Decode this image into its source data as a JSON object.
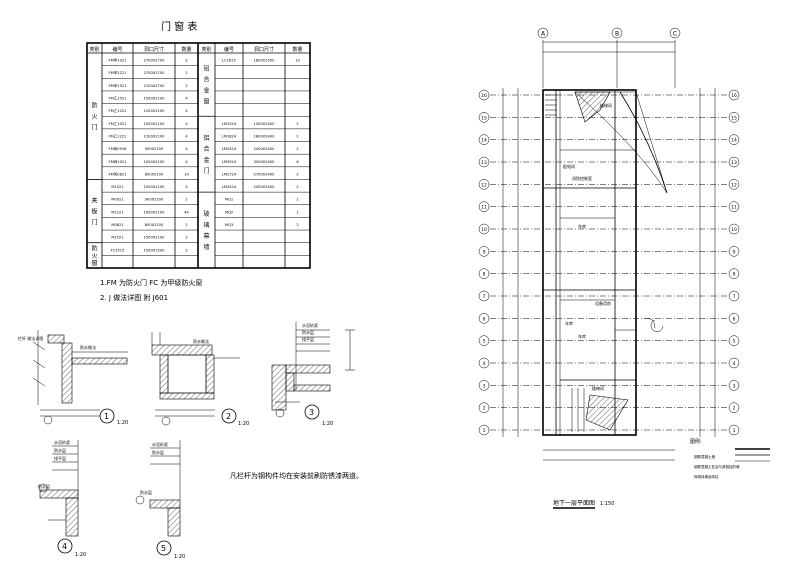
{
  "door_table": {
    "title": "门 窗 表",
    "headers": [
      "类别",
      "编号",
      "洞口尺寸",
      "数量",
      "类别",
      "编号",
      "洞口尺寸",
      "数量"
    ],
    "left_categories": [
      {
        "label": "防火门",
        "rows": 10
      },
      {
        "label": "夹板门",
        "rows": 5
      },
      {
        "label": "防火窗",
        "rows": 2
      }
    ],
    "right_categories": [
      {
        "label": "铝合金窗",
        "rows": 5
      },
      {
        "label": "铝合金门",
        "rows": 6
      },
      {
        "label": "玻璃幕墙",
        "rows": 6
      }
    ],
    "left_rows": [
      [
        "FM甲1021",
        "2700X2700",
        "2"
      ],
      [
        "FM甲1221",
        "2700X2700",
        "2"
      ],
      [
        "FM甲1521",
        "2100X2700",
        "2"
      ],
      [
        "FM乙1521",
        "1500X2100",
        "4"
      ],
      [
        "FM乙1221",
        "1200X2100",
        "4"
      ],
      [
        "FM乙1021",
        "1000X2100",
        "4"
      ],
      [
        "FM乙1221",
        "1200X2100",
        "4"
      ],
      [
        "FM丙0918",
        "900X2100",
        "4"
      ],
      [
        "FM丙1021",
        "1000X2100",
        "4"
      ],
      [
        "FM丙0821",
        "800X2100",
        "10"
      ],
      [
        "M1021",
        "1000X2100",
        "4"
      ],
      [
        "M0921",
        "900X2100",
        "2"
      ],
      [
        "M1221",
        "1000X2100",
        "44"
      ],
      [
        "M0821",
        "800X2100",
        "2"
      ],
      [
        "M1521",
        "1500X2100",
        "2"
      ],
      [
        "FC1515",
        "1500X1500",
        "2"
      ],
      [
        "",
        "",
        ""
      ]
    ],
    "right_rows": [
      [
        "LC1815",
        "1800X1500",
        "10"
      ],
      [
        "",
        "",
        ""
      ],
      [
        "",
        "",
        ""
      ],
      [
        "",
        "",
        ""
      ],
      [
        "",
        "",
        ""
      ],
      [
        "LM1524",
        "1500X2400",
        "2"
      ],
      [
        "LM1824",
        "1800X2400",
        "2"
      ],
      [
        "LM2424",
        "2400X2400",
        "2"
      ],
      [
        "LM3024",
        "3000X2400",
        "6"
      ],
      [
        "LM2724",
        "2700X2400",
        "2"
      ],
      [
        "LM2424",
        "2400X2400",
        "2"
      ],
      [
        "MQ1",
        "",
        "1"
      ],
      [
        "MQ2",
        "",
        "1"
      ],
      [
        "MQ3",
        "",
        "2"
      ],
      [
        "",
        "",
        ""
      ],
      [
        "",
        "",
        ""
      ],
      [
        "",
        "",
        ""
      ]
    ]
  },
  "notes": {
    "line1": "1.FM  为防火门      FC  为甲级防火窗",
    "line2": "2. J   做法详图     附 J601"
  },
  "details": {
    "d1": {
      "num": "1",
      "scale": "1:20"
    },
    "d2": {
      "num": "2",
      "scale": "1:20"
    },
    "d3": {
      "num": "3",
      "scale": "1:20"
    },
    "d4": {
      "num": "4",
      "scale": "1:20"
    },
    "d5": {
      "num": "5",
      "scale": "1:20"
    }
  },
  "detail_note": "凡栏杆为钢构件均在安装前刷防锈漆两道。",
  "plan": {
    "title": "地下一层平面图",
    "scale": "1:150",
    "top_axes": [
      "A",
      "B",
      "C"
    ],
    "left_axes": [
      "16",
      "15",
      "14",
      "13",
      "12",
      "11",
      "10",
      "9",
      "8",
      "7",
      "6",
      "5",
      "4",
      "3",
      "2",
      "1"
    ],
    "right_axes": [
      "16",
      "15",
      "14",
      "13",
      "12",
      "11",
      "10",
      "9",
      "8",
      "7",
      "6",
      "5",
      "4",
      "3",
      "2",
      "1"
    ],
    "rooms": [
      "楼梯间",
      "配电间",
      "消防控制室",
      "车库",
      "设备用房",
      "车库",
      "车库",
      "楼梯间"
    ],
    "legend_title": "图例:",
    "legend_lines": [
      "钢筋混凝土墙",
      "钢筋混凝土柱及与其相连的墙",
      "砖砌体墙及砖柱"
    ]
  }
}
